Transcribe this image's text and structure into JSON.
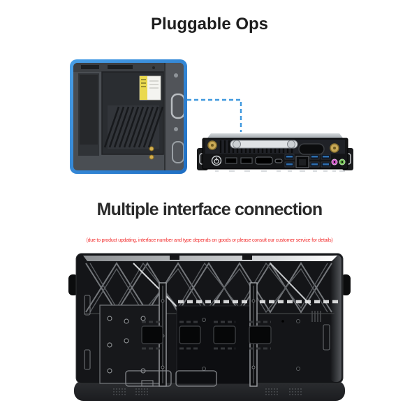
{
  "titles": {
    "pluggable": "Pluggable Ops",
    "interfaces": "Multiple interface connection"
  },
  "note": {
    "text": "(due to product updating, interface number and type depends on goods or please consult our customer service for details)",
    "color": "#f32b2b"
  },
  "colors": {
    "background": "#ffffff",
    "frame_blue": "#2e82d4",
    "frame_blue_light": "#4aa0e8",
    "connector_blue": "#3f98de",
    "title_color": "#1d1d1d",
    "warning_label_yellow": "#ead94f",
    "usb_port_blue": "#2e6fb0",
    "audio_jack_pink": "#c74fc0",
    "audio_jack_green": "#6ab94d",
    "antenna_gold": "#c9a957"
  }
}
